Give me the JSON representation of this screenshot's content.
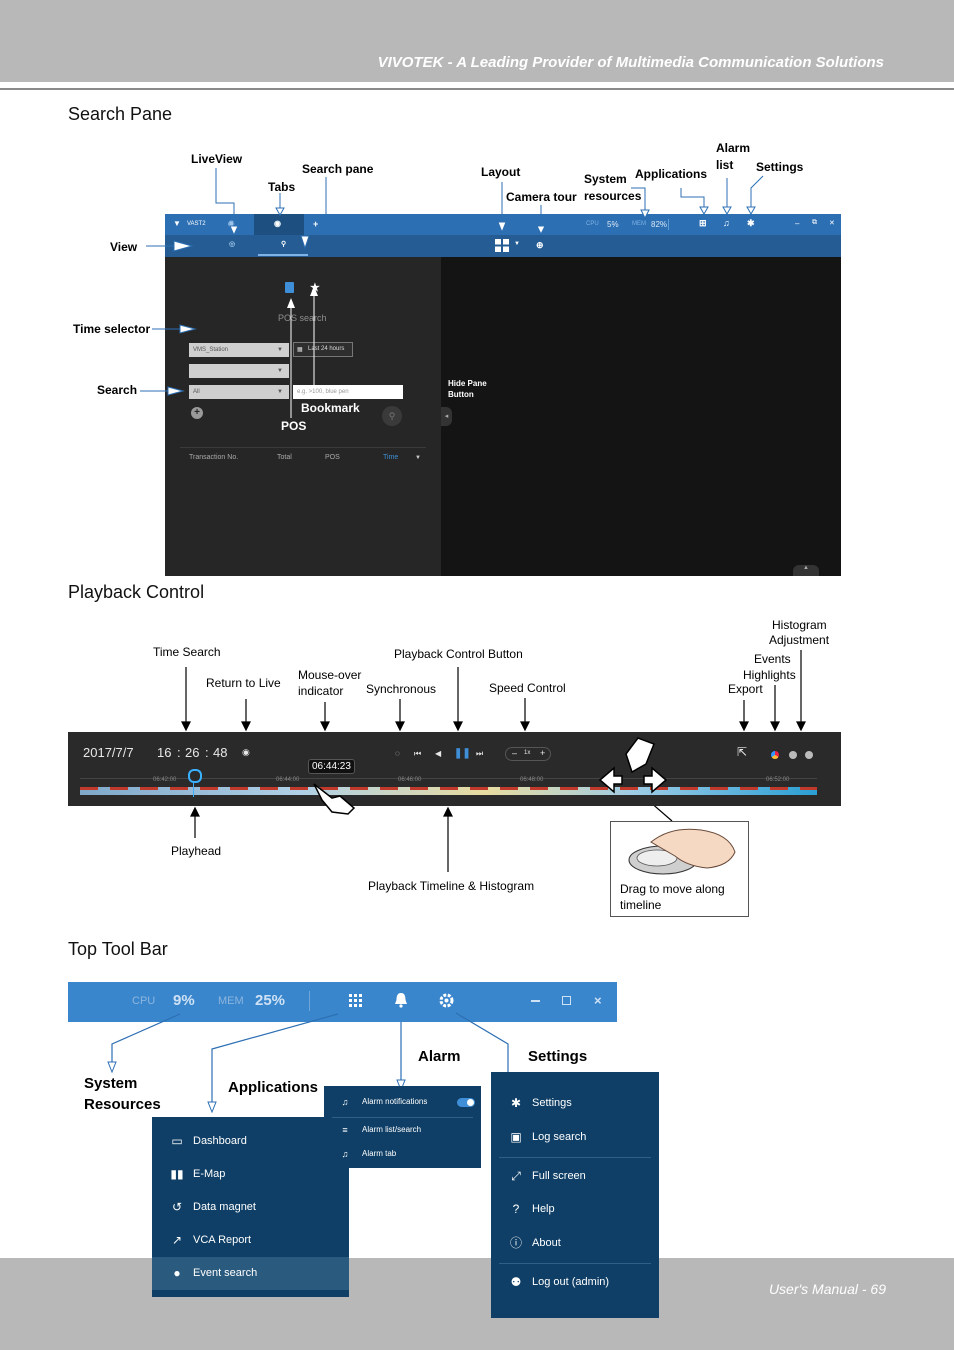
{
  "header": {
    "title": "VIVOTEK - A Leading Provider of Multimedia Communication Solutions"
  },
  "footer": {
    "page": "User's Manual - 69"
  },
  "sections": {
    "search_pane": "Search Pane",
    "playback_control": "Playback Control",
    "top_tool_bar": "Top Tool Bar"
  },
  "search_pane": {
    "callouts": {
      "liveview": "LiveView",
      "search_pane": "Search pane",
      "tabs": "Tabs",
      "layout": "Layout",
      "camera_tour": "Camera tour",
      "system": "System",
      "resources": "resources",
      "applications": "Applications",
      "alarm": "Alarm",
      "list": "list",
      "settings": "Settings",
      "view": "View",
      "time_selector": "Time selector",
      "search": "Search",
      "bookmark": "Bookmark",
      "pos": "POS",
      "hide_pane_1": "Hide Pane",
      "hide_pane_2": "Button"
    },
    "app": {
      "brand": "VAST2",
      "cpu_label": "CPU",
      "cpu_value": "5%",
      "mem_label": "MEM",
      "mem_value": "82%",
      "pos_search": "POS search",
      "station": "VMS_Station",
      "time_range": "Last 24 hours",
      "all": "All",
      "placeholder": "e.g. >100, blue pen",
      "columns": [
        "Transaction No.",
        "Total",
        "POS",
        "Time"
      ]
    }
  },
  "playback": {
    "callouts": {
      "time_search": "Time Search",
      "return_to_live": "Return to Live",
      "mouse_over_1": "Mouse-over",
      "mouse_over_2": "indicator",
      "synchronous": "Synchronous",
      "playback_control_button": "Playback Control Button",
      "speed_control": "Speed Control",
      "histogram_1": "Histogram",
      "histogram_2": "Adjustment",
      "events": "Events",
      "highlights": "Highlights",
      "export": "Export",
      "playhead": "Playhead",
      "timeline": "Playback Timeline & Histogram",
      "drag_1": "Drag to move along",
      "drag_2": "timeline"
    },
    "bar": {
      "date": "2017/7/7",
      "hour": "16",
      "minute": "26",
      "second": "48",
      "hover_time": "06:44:23",
      "speed": "1x",
      "ticks": [
        "06:42:00",
        "06:44:00",
        "06:46:00",
        "06:48:00",
        "06:52:00"
      ]
    }
  },
  "top_tool_bar": {
    "cpu_label": "CPU",
    "cpu_value": "9%",
    "mem_label": "MEM",
    "mem_value": "25%",
    "callouts": {
      "system_1": "System",
      "system_2": "Resources",
      "applications": "Applications",
      "alarm": "Alarm",
      "settings": "Settings"
    },
    "applications_menu": [
      {
        "icon": "dashboard-icon",
        "label": "Dashboard"
      },
      {
        "icon": "emap-icon",
        "label": "E-Map"
      },
      {
        "icon": "data-magnet-icon",
        "label": "Data magnet"
      },
      {
        "icon": "vca-report-icon",
        "label": "VCA Report"
      },
      {
        "icon": "event-search-icon",
        "label": "Event search"
      }
    ],
    "alarm_menu": [
      {
        "icon": "bell-icon",
        "label": "Alarm notifications"
      },
      {
        "icon": "alarm-list-icon",
        "label": "Alarm list/search"
      },
      {
        "icon": "alarm-tab-icon",
        "label": "Alarm tab"
      }
    ],
    "settings_menu": [
      {
        "icon": "gear-icon",
        "label": "Settings"
      },
      {
        "icon": "log-search-icon",
        "label": "Log search"
      },
      {
        "icon": "fullscreen-icon",
        "label": "Full screen"
      },
      {
        "icon": "help-icon",
        "label": "Help"
      },
      {
        "icon": "about-icon",
        "label": "About"
      },
      {
        "icon": "logout-icon",
        "label": "Log out (admin)"
      }
    ]
  }
}
